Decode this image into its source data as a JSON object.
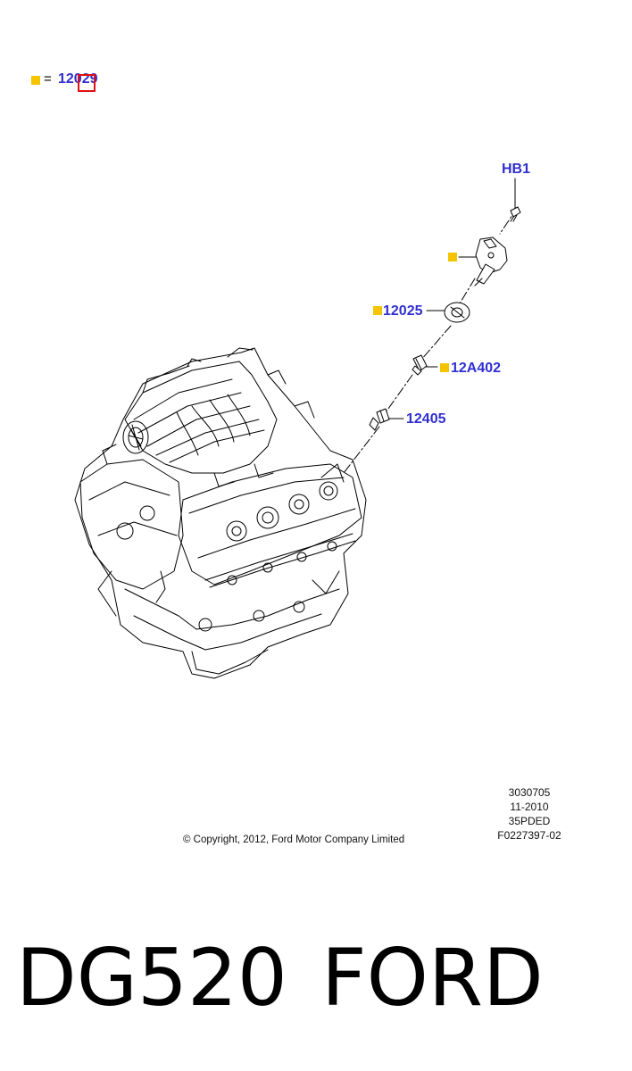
{
  "legend": {
    "equals": "=",
    "part": "12029",
    "marker_color": "#f5c400"
  },
  "callouts": {
    "hb1": "HB1",
    "p12025": "12025",
    "p12a402": "12A402",
    "p12405": "12405"
  },
  "meta": {
    "line1": "3030705",
    "line2": "11-2010",
    "line3": "35PDED",
    "line4": "F0227397-02"
  },
  "copyright": "© Copyright, 2012, Ford Motor Company Limited",
  "footer": {
    "code": "DG520",
    "brand": "FORD"
  },
  "colors": {
    "callout_text": "#2f2fd0",
    "marker": "#f5c400",
    "selection": "#e01010"
  }
}
